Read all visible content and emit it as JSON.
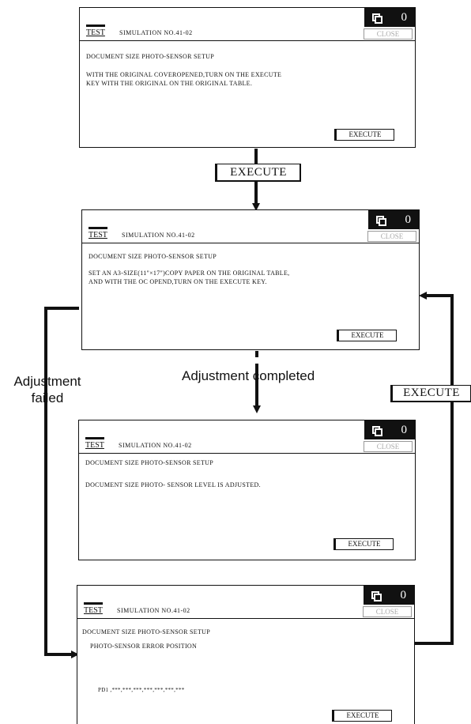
{
  "screens": [
    {
      "counter": "0",
      "test_label": "TEST",
      "simulation": "SIMULATION  NO.41-02",
      "close_label": "CLOSE",
      "lines": [
        "DOCUMENT  SIZE  PHOTO-SENSOR  SETUP",
        "WITH  THE  ORIGINAL  COVEROPENED,TURN  ON THE  EXECUTE",
        "KEY  WITH  THE  ORIGINAL  ON  THE  ORIGINAL  TABLE."
      ],
      "execute_label": "EXECUTE"
    },
    {
      "counter": "0",
      "test_label": "TEST",
      "simulation": "SIMULATION  NO.41-02",
      "close_label": "CLOSE",
      "lines": [
        "DOCUMENT  SIZE  PHOTO-SENSOR  SETUP",
        "SET  AN  A3-SIZE(11\"×17\")COPY  PAPER  ON  THE  ORIGINAL  TABLE,",
        "AND  WITH  THE  OC  OPEND,TURN  ON THE EXECUTE KEY."
      ],
      "execute_label": "EXECUTE"
    },
    {
      "counter": "0",
      "test_label": "TEST",
      "simulation": "SIMULATION  NO.41-02",
      "close_label": "CLOSE",
      "lines": [
        "DOCUMENT  SIZE  PHOTO-SENSOR  SETUP",
        "DOCUMENT  SIZE  PHOTO- SENSOR  LEVEL  IS  ADJUSTED."
      ],
      "execute_label": "EXECUTE"
    },
    {
      "counter": "0",
      "test_label": "TEST",
      "simulation": "SIMULATION  NO.41-02",
      "close_label": "CLOSE",
      "lines": [
        "DOCUMENT  SIZE  PHOTO-SENSOR  SETUP",
        "PHOTO-SENSOR  ERROR  POSITION",
        "PD1 ,***,***,***,***,***,***,***"
      ],
      "execute_label": "EXECUTE"
    }
  ],
  "flow": {
    "execute_between_1_2": "EXECUTE",
    "adjustment_completed": "Adjustment completed",
    "adjustment_failed_line1": "Adjustment",
    "adjustment_failed_line2": "failed",
    "execute_loop": "EXECUTE"
  }
}
